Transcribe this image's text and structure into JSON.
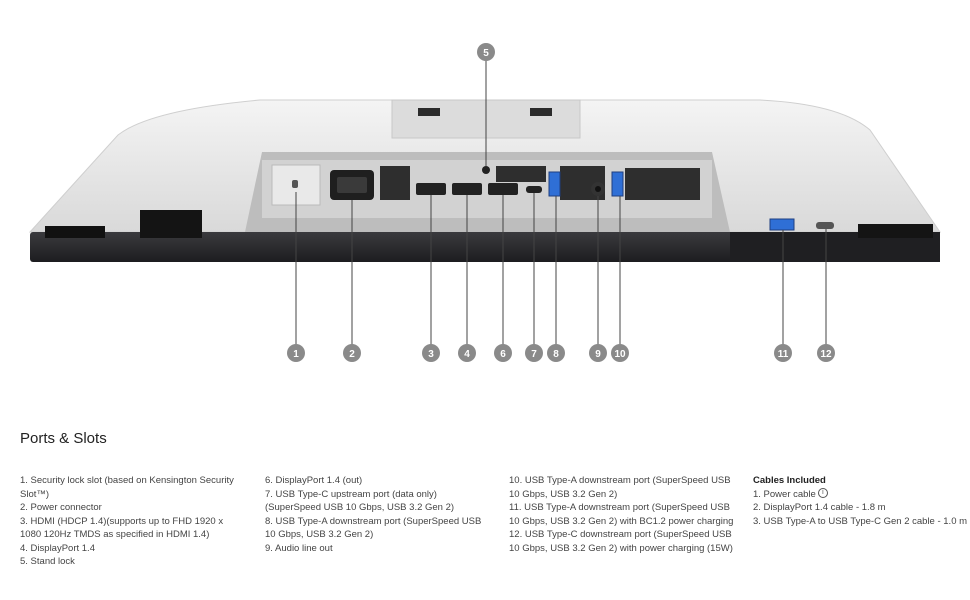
{
  "callouts": [
    {
      "number": "1",
      "name": "security-lock-slot"
    },
    {
      "number": "2",
      "name": "power-connector"
    },
    {
      "number": "3",
      "name": "hdmi-port"
    },
    {
      "number": "4",
      "name": "displayport-in"
    },
    {
      "number": "5",
      "name": "stand-lock"
    },
    {
      "number": "6",
      "name": "displayport-out"
    },
    {
      "number": "7",
      "name": "usb-c-upstream"
    },
    {
      "number": "8",
      "name": "usb-a-downstream-8"
    },
    {
      "number": "9",
      "name": "audio-line-out"
    },
    {
      "number": "10",
      "name": "usb-a-downstream-10"
    },
    {
      "number": "11",
      "name": "usb-a-downstream-11"
    },
    {
      "number": "12",
      "name": "usb-c-downstream-12"
    }
  ],
  "section_title": "Ports & Slots",
  "specs": {
    "col1": [
      "1. Security lock slot (based on Kensington Security Slot™)",
      "2. Power connector",
      "3. HDMI (HDCP 1.4)(supports up to FHD 1920 x 1080 120Hz TMDS as specified in HDMI 1.4)",
      "4. DisplayPort 1.4",
      "5. Stand lock"
    ],
    "col2": [
      "6. DisplayPort 1.4 (out)",
      "7. USB Type-C upstream port (data only) (SuperSpeed USB 10 Gbps, USB 3.2 Gen 2)",
      "8. USB Type-A downstream port (SuperSpeed USB 10 Gbps, USB 3.2 Gen 2)",
      "9. Audio line out"
    ],
    "col3": [
      "10. USB Type-A downstream port (SuperSpeed USB 10 Gbps, USB 3.2 Gen 2)",
      "11. USB Type-A downstream port (SuperSpeed USB 10 Gbps, USB 3.2 Gen 2) with BC1.2 power charging",
      "12. USB Type-C downstream port (SuperSpeed USB 10 Gbps, USB 3.2 Gen 2) with power charging (15W)"
    ]
  },
  "cables": {
    "heading": "Cables Included",
    "items": [
      "1. Power cable",
      "2. DisplayPort 1.4 cable - 1.8 m",
      "3. USB Type-A to USB Type-C Gen 2 cable - 1.0 m"
    ],
    "info_icon": "info-circle-icon",
    "info_glyph": "i"
  },
  "colors": {
    "callout_circle": "#8a8a8a",
    "monitor_silver": "#e6e6e6",
    "monitor_dark": "#2a2a2e",
    "usb_blue": "#2f6fd6"
  }
}
